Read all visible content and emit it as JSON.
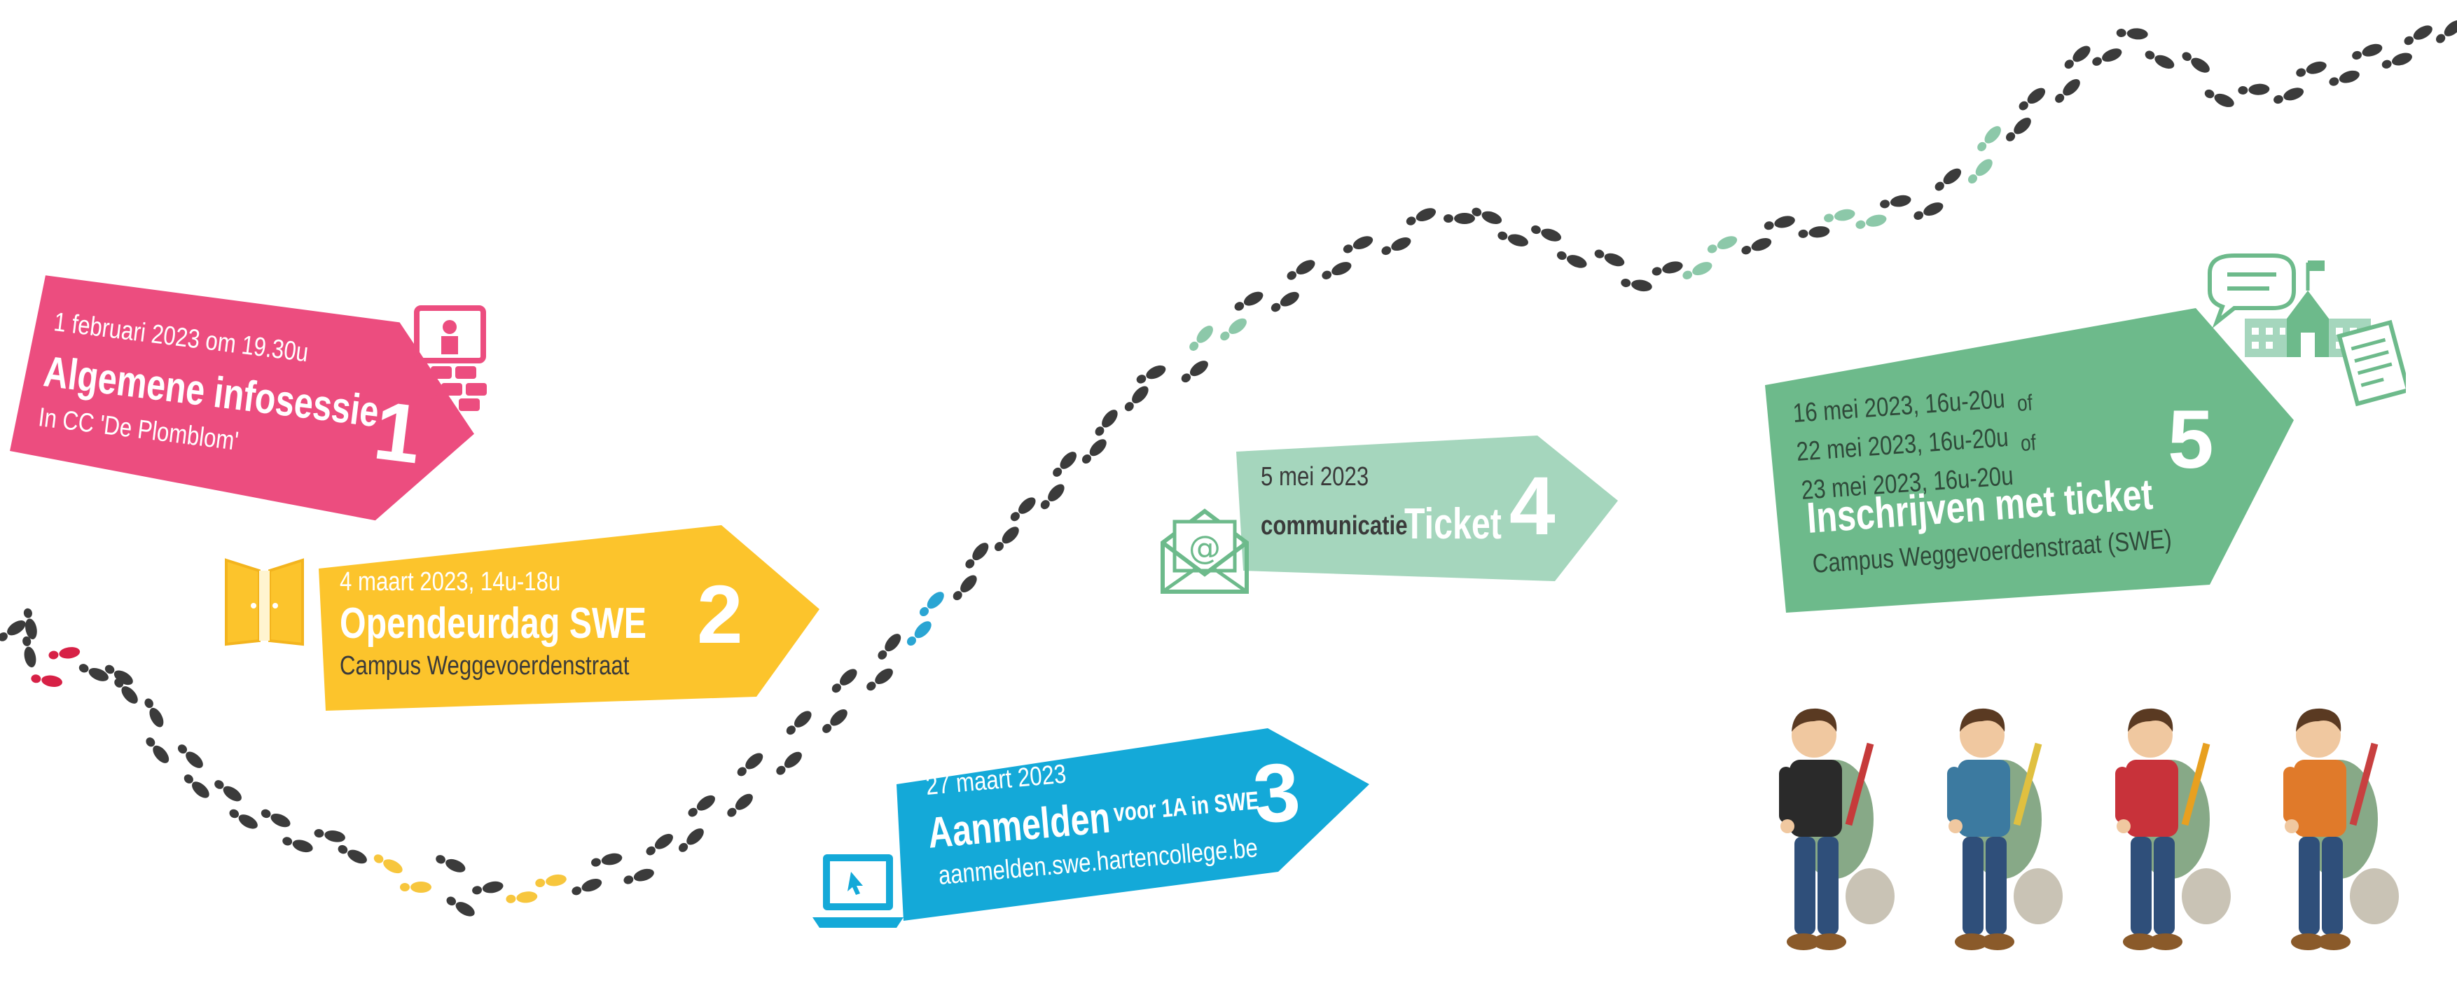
{
  "colors": {
    "footprint": "#3b3b3b",
    "pink": "#ec4d7f",
    "yellow": "#fcc42c",
    "blue": "#14a9d8",
    "mint": "#a5d6bd",
    "green": "#6dba8b",
    "red_print": "#d72146",
    "light_blue_print": "#2aa5d3",
    "mint_print": "#8cc8a9",
    "yellow_print": "#f7c63d"
  },
  "steps": [
    {
      "number": "1",
      "date": "1 februari 2023 om 19.30u",
      "title": "Algemene infosessie",
      "subtitle": "In CC 'De Plomblom'",
      "color": "#ec4d7f",
      "icon": "presentation-icon"
    },
    {
      "number": "2",
      "date": "4 maart 2023, 14u-18u",
      "title": "Opendeurdag SWE",
      "subtitle": "Campus Weggevoerdenstraat",
      "color": "#fcc42c",
      "icon": "open-door-icon"
    },
    {
      "number": "3",
      "date": "27 maart 2023",
      "title": "Aanmelden",
      "title_suffix": "voor 1A in SWE",
      "subtitle": "aanmelden.swe.hartencollege.be",
      "color": "#14a9d8",
      "icon": "laptop-icon"
    },
    {
      "number": "4",
      "date": "5 mei 2023",
      "prefix": "communicatie",
      "title": "Ticket",
      "color": "#a5d6bd",
      "icon": "email-icon"
    },
    {
      "number": "5",
      "dates": [
        {
          "date": "16 mei 2023, 16u-20u",
          "suffix": "of"
        },
        {
          "date": "22 mei 2023, 16u-20u",
          "suffix": "of"
        },
        {
          "date": "23 mei 2023, 16u-20u",
          "suffix": ""
        }
      ],
      "title": "Inschrijven met ticket",
      "subtitle": "Campus Weggevoerdenstraat (SWE)",
      "color": "#6dba8b",
      "icon": "school-icon"
    }
  ],
  "students": [
    {
      "name": "student-striped-shirt",
      "shirt": "#2a2a2a",
      "accent": "#c63a3a"
    },
    {
      "name": "student-blue-shirt",
      "shirt": "#3c7aa0",
      "accent": "#e0c040"
    },
    {
      "name": "student-red-shirt",
      "shirt": "#c8323a",
      "accent": "#e8a020"
    },
    {
      "name": "student-orange-shirt",
      "shirt": "#e07a2a",
      "accent": "#c84040"
    }
  ]
}
